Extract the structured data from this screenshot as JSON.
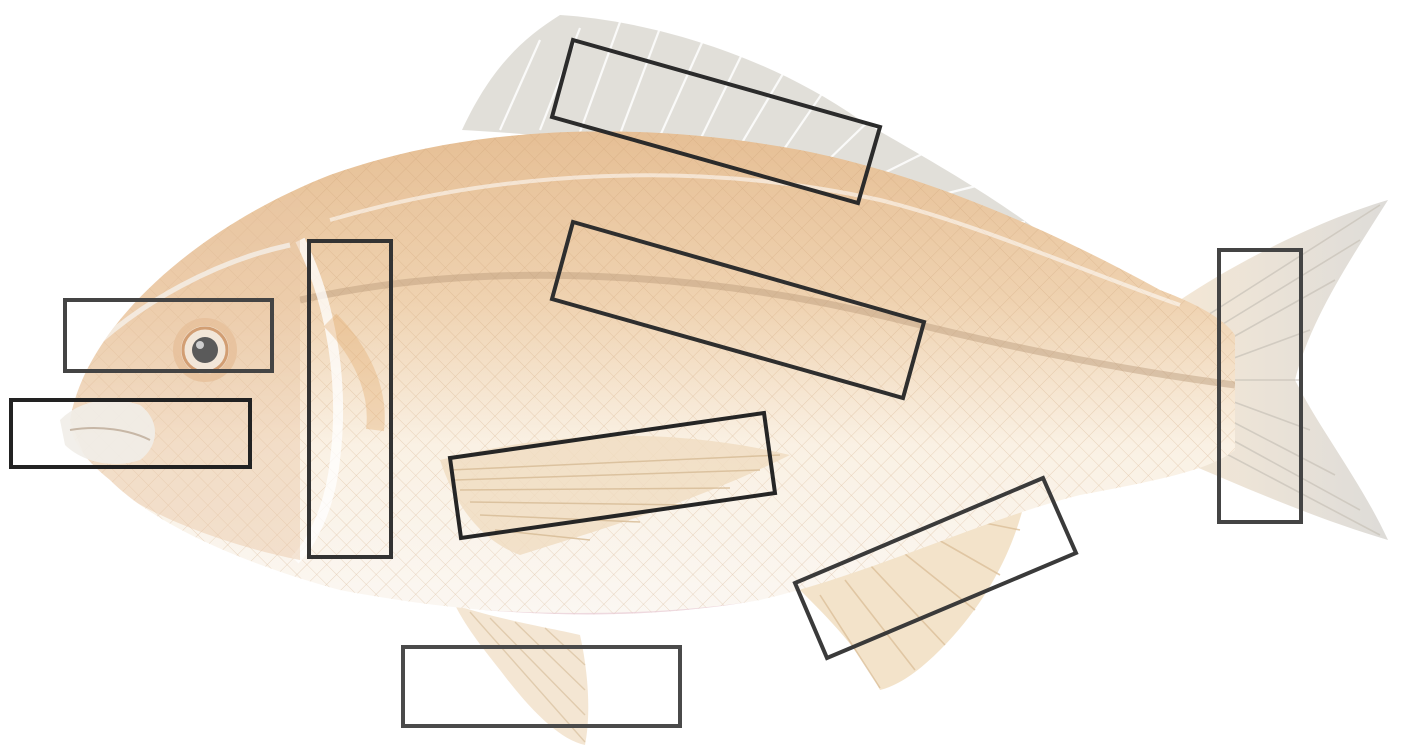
{
  "diagram": {
    "colors": {
      "body_top": "#e9c7a0",
      "body_bottom": "#faf4ec",
      "fin": "#d9d6cf",
      "fin_warm": "#ead2ae",
      "belly_edge": "#e8c9d6",
      "scale_line": "#cfa77a",
      "stripe": "#b79a79",
      "eye_ring": "#d9a77c",
      "pupil": "#5a5a5a",
      "box_stroke": "#333333"
    },
    "label_boxes": [
      {
        "id": "dorsal-fin"
      },
      {
        "id": "lateral-line"
      },
      {
        "id": "eye"
      },
      {
        "id": "mouth"
      },
      {
        "id": "gill-cover"
      },
      {
        "id": "pectoral-fin"
      },
      {
        "id": "anal-fin"
      },
      {
        "id": "caudal-fin"
      },
      {
        "id": "pelvic-fin"
      }
    ]
  }
}
